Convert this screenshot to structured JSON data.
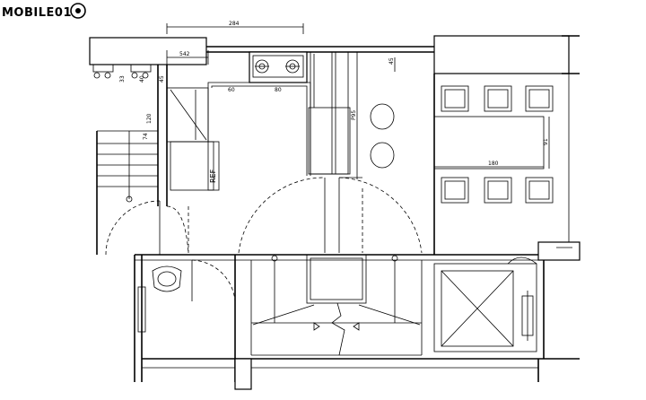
{
  "watermark": {
    "text": "MOBILE01"
  },
  "appliances": {
    "fridge_label": "REF"
  },
  "dimensions": {
    "top_width": "284",
    "hood_width": "542",
    "counter_left": "60",
    "counter_mid": "80",
    "counter_depth": "P95",
    "wall_depth": "45",
    "table_length": "180",
    "table_width": "91",
    "corridor_depth": "120",
    "corridor_small": "74",
    "stub_a": "33",
    "stub_b": "40",
    "stub_c": "45"
  }
}
